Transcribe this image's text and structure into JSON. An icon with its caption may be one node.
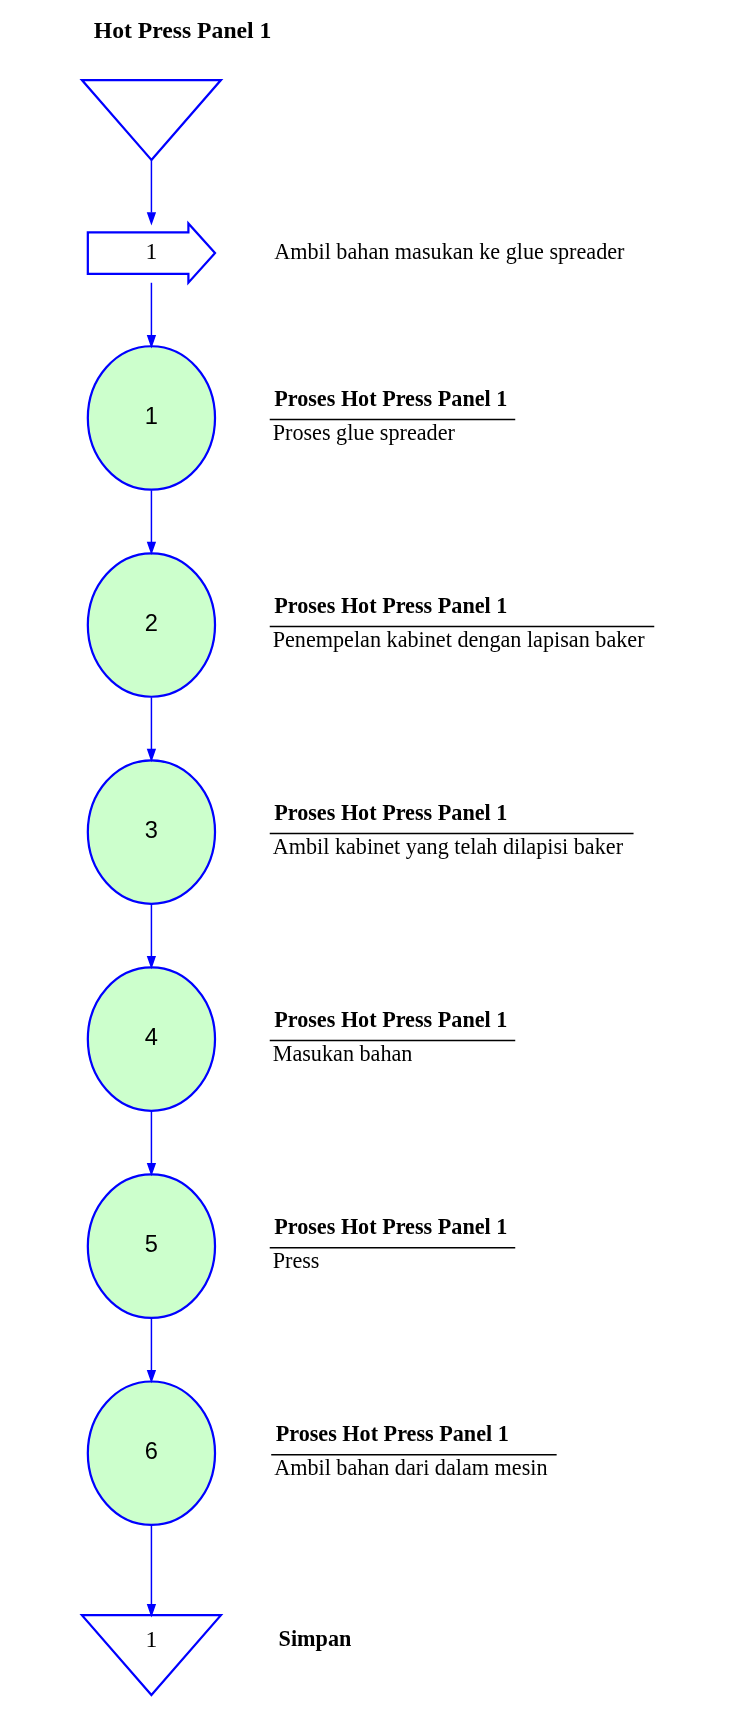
{
  "diagram": {
    "title": "Hot Press Panel 1",
    "nodes": [
      {
        "text": [],
        "shape": "triangle"
      },
      {
        "text": [
          "1"
        ],
        "beside": [
          "Ambil bahan masukan ke glue spreader"
        ]
      },
      {
        "text": [
          "1"
        ],
        "beside": [
          "Proses Hot Press Panel 1",
          "Proses glue spreader"
        ]
      },
      {
        "text": [
          "2"
        ],
        "beside": [
          "Proses Hot Press Panel 1",
          "Penempelan kabinet dengan lapisan baker"
        ]
      },
      {
        "text": [
          "3"
        ],
        "beside": [
          "Proses Hot Press Panel 1",
          "Ambil kabinet yang telah dilapisi baker"
        ]
      },
      {
        "text": [
          "4"
        ],
        "beside": [
          "Proses Hot Press Panel 1",
          "Masukan bahan"
        ]
      },
      {
        "text": [
          "5"
        ],
        "beside": [
          "Proses Hot Press Panel 1",
          "Press"
        ]
      },
      {
        "text": [
          "6"
        ],
        "beside": [
          "Proses Hot Press Panel 1",
          "Ambil bahan dari dalam mesin"
        ]
      },
      {
        "text": [
          "1"
        ],
        "beside": [
          "Simpan"
        ]
      }
    ],
    "edges": [
      {
        "from": 0,
        "to": 1,
        "arrow": "to"
      },
      {
        "from": 1,
        "to": 2,
        "arrow": "to"
      },
      {
        "from": 2,
        "to": 3,
        "arrow": "to"
      },
      {
        "from": 3,
        "to": 4,
        "arrow": "to"
      },
      {
        "from": 4,
        "to": 5,
        "arrow": "to"
      },
      {
        "from": 5,
        "to": 6,
        "arrow": "to"
      },
      {
        "from": 6,
        "to": 7,
        "arrow": "to"
      },
      {
        "from": 7,
        "to": 8,
        "arrow": "to"
      }
    ]
  }
}
